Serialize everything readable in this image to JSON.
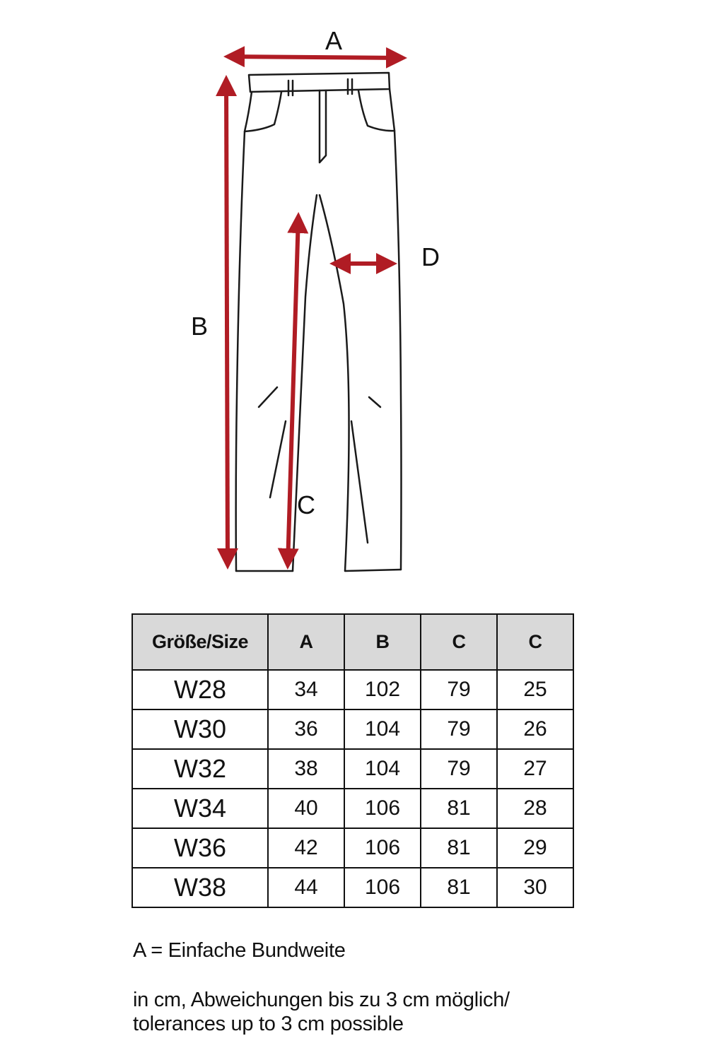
{
  "diagram": {
    "label_a": "A",
    "label_b": "B",
    "label_c": "C",
    "label_d": "D",
    "arrow_color": "#b01c24",
    "line_color": "#1a1a1a"
  },
  "table": {
    "headers": [
      "Größe/Size",
      "A",
      "B",
      "C",
      "C"
    ],
    "rows": [
      [
        "W28",
        "34",
        "102",
        "79",
        "25"
      ],
      [
        "W30",
        "36",
        "104",
        "79",
        "26"
      ],
      [
        "W32",
        "38",
        "104",
        "79",
        "27"
      ],
      [
        "W34",
        "40",
        "106",
        "81",
        "28"
      ],
      [
        "W36",
        "42",
        "106",
        "81",
        "29"
      ],
      [
        "W38",
        "44",
        "106",
        "81",
        "30"
      ]
    ],
    "header_bg": "#d9d9d9"
  },
  "notes": {
    "a_definition": "A = Einfache Bundweite",
    "tolerance_line1": "in cm, Abweichungen bis zu 3 cm möglich/",
    "tolerance_line2": "tolerances up to 3 cm possible"
  }
}
